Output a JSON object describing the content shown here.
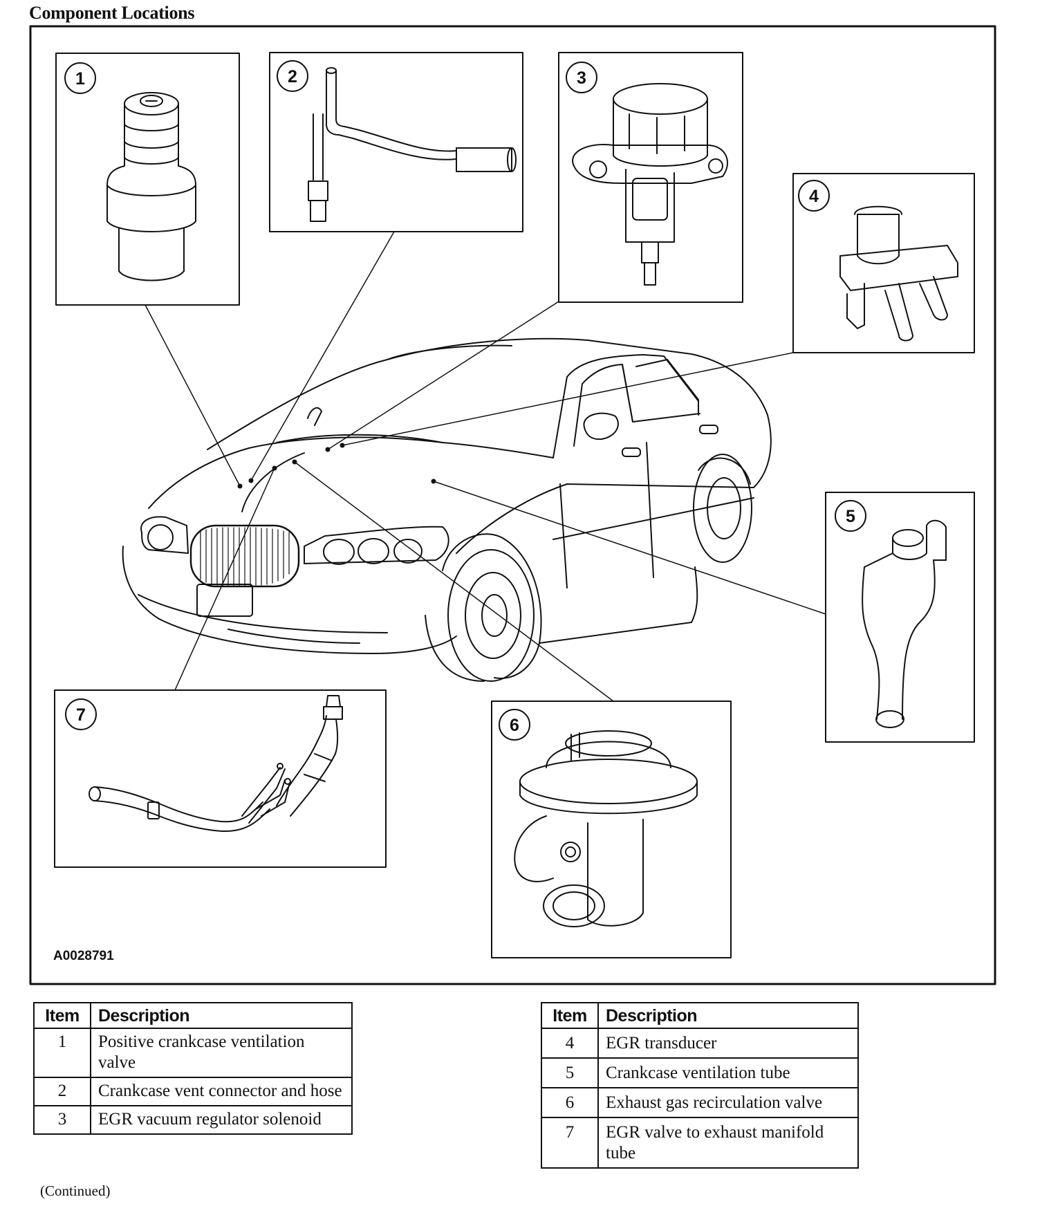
{
  "page": {
    "heading": "Component Locations",
    "figure_code": "A0028791",
    "continued": "(Continued)"
  },
  "callouts": [
    "1",
    "2",
    "3",
    "4",
    "5",
    "6",
    "7"
  ],
  "tables": {
    "left": {
      "headers": {
        "item": "Item",
        "description": "Description"
      },
      "rows": [
        {
          "item": "1",
          "description": "Positive crankcase ventilation valve"
        },
        {
          "item": "2",
          "description": "Crankcase vent connector and hose"
        },
        {
          "item": "3",
          "description": "EGR vacuum regulator solenoid"
        }
      ]
    },
    "right": {
      "headers": {
        "item": "Item",
        "description": "Description"
      },
      "rows": [
        {
          "item": "4",
          "description": "EGR transducer"
        },
        {
          "item": "5",
          "description": "Crankcase ventilation tube"
        },
        {
          "item": "6",
          "description": "Exhaust gas recirculation valve"
        },
        {
          "item": "7",
          "description": "EGR valve to exhaust manifold tube"
        }
      ]
    }
  }
}
